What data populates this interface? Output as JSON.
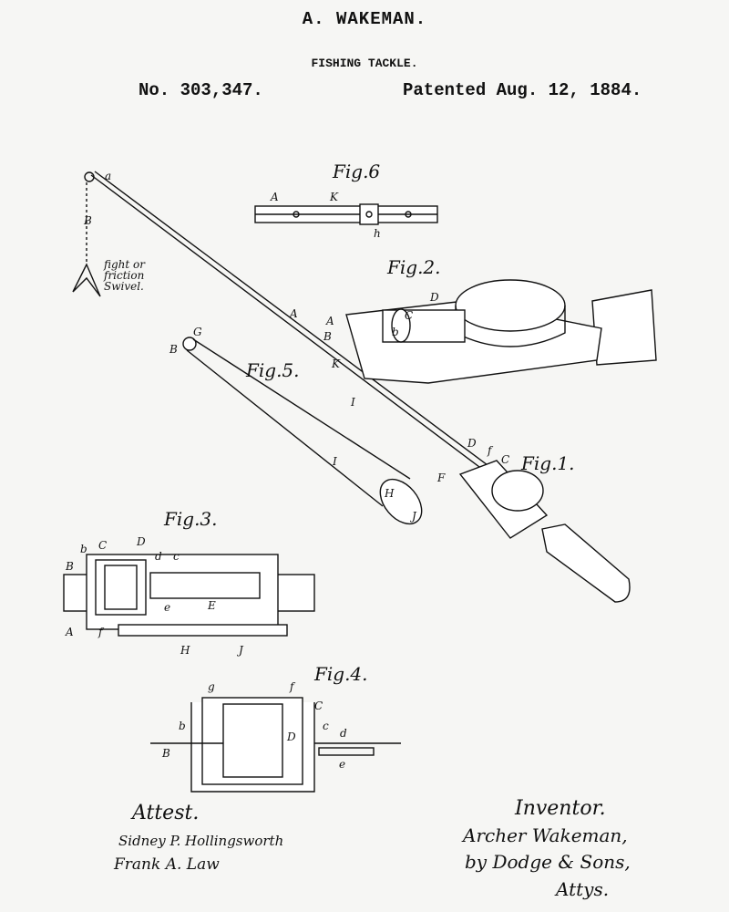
{
  "header": {
    "title": "A. WAKEMAN.",
    "subtitle": "FISHING TACKLE.",
    "patent_number": "No. 303,347.",
    "patent_date": "Patented Aug. 12, 1884."
  },
  "figures": {
    "fig1": "Fig.1.",
    "fig2": "Fig.2.",
    "fig3": "Fig.3.",
    "fig4": "Fig.4.",
    "fig5": "Fig.5.",
    "fig6": "Fig.6"
  },
  "annotation": {
    "swivel_line1": "fight or",
    "swivel_line2": "friction",
    "swivel_line3": "Swivel."
  },
  "labels": {
    "fig1": [
      "a",
      "B",
      "A",
      "K",
      "I",
      "D",
      "f",
      "C",
      "F"
    ],
    "fig2": [
      "D",
      "A",
      "B",
      "C",
      "b"
    ],
    "fig3": [
      "b",
      "C",
      "D",
      "d",
      "c",
      "B",
      "e",
      "E",
      "A",
      "f",
      "H",
      "J"
    ],
    "fig4": [
      "g",
      "f",
      "C",
      "b",
      "B",
      "D",
      "c",
      "d",
      "e"
    ],
    "fig5": [
      "G",
      "B",
      "I",
      "H",
      "J"
    ],
    "fig6": [
      "A",
      "K",
      "h"
    ]
  },
  "signatures": {
    "attest_heading": "Attest.",
    "witness1": "Sidney P. Hollingsworth",
    "witness2": "Frank A. Law",
    "inventor_heading": "Inventor.",
    "inventor": "Archer Wakeman,",
    "attorney_line": "by Dodge & Sons,",
    "attorney_suffix": "Attys."
  }
}
